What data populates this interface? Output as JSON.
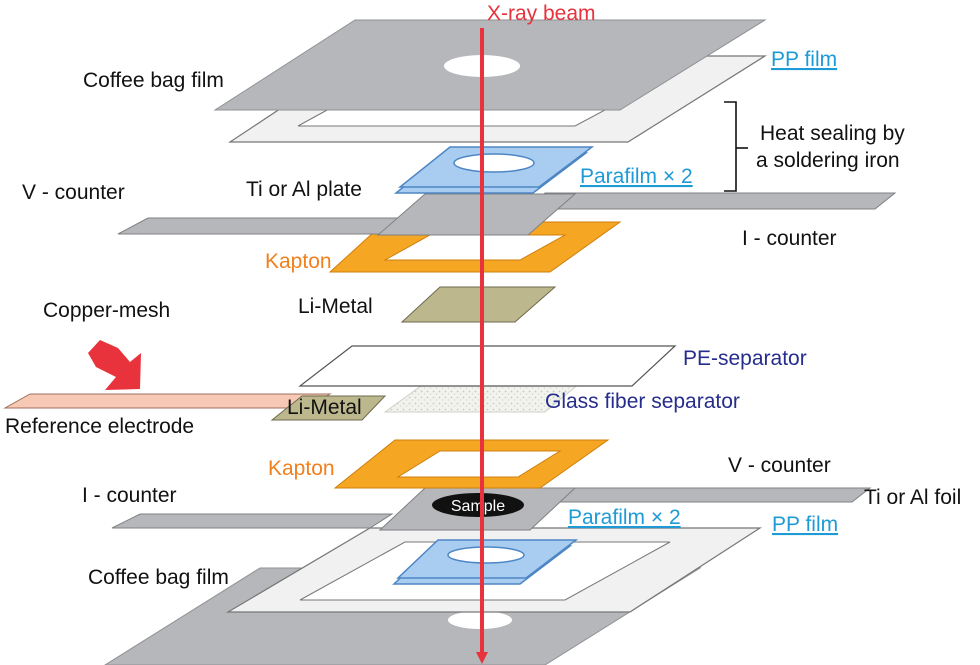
{
  "labels": {
    "xray_beam": "X-ray beam",
    "coffee_bag_top": "Coffee bag film",
    "pp_film_top": "PP film",
    "heat_sealing_line1": "Heat sealing by",
    "heat_sealing_line2": "a soldering iron",
    "ti_al_plate": "Ti or Al plate",
    "parafilm_top": "Parafilm × 2",
    "v_counter_top": "V - counter",
    "i_counter_top": "I - counter",
    "kapton_top": "Kapton",
    "li_metal_top": "Li-Metal",
    "copper_mesh": "Copper-mesh",
    "pe_separator": "PE-separator",
    "glass_fiber": "Glass fiber separator",
    "li_metal_ref": "Li-Metal",
    "reference_electrode": "Reference electrode",
    "kapton_bottom": "Kapton",
    "v_counter_bottom": "V - counter",
    "i_counter_bottom": "I - counter",
    "ti_al_foil": "Ti or Al foil",
    "sample": "Sample",
    "parafilm_bottom": "Parafilm × 2",
    "pp_film_bottom": "PP film",
    "coffee_bag_bottom": "Coffee bag film"
  },
  "colors": {
    "xray": "#e8323c",
    "xray_text": "#e8323c",
    "pp_text": "#1e9ad6",
    "separator_text": "#262d8c",
    "kapton_text": "#f0801e",
    "gray_layer": "#b5b7ba",
    "kapton_fill": "#f5a623",
    "li_metal": "#bdb78e",
    "parafilm": "#a9cdf0",
    "reference": "#f7c9b4",
    "arrow": "#e8323c"
  }
}
